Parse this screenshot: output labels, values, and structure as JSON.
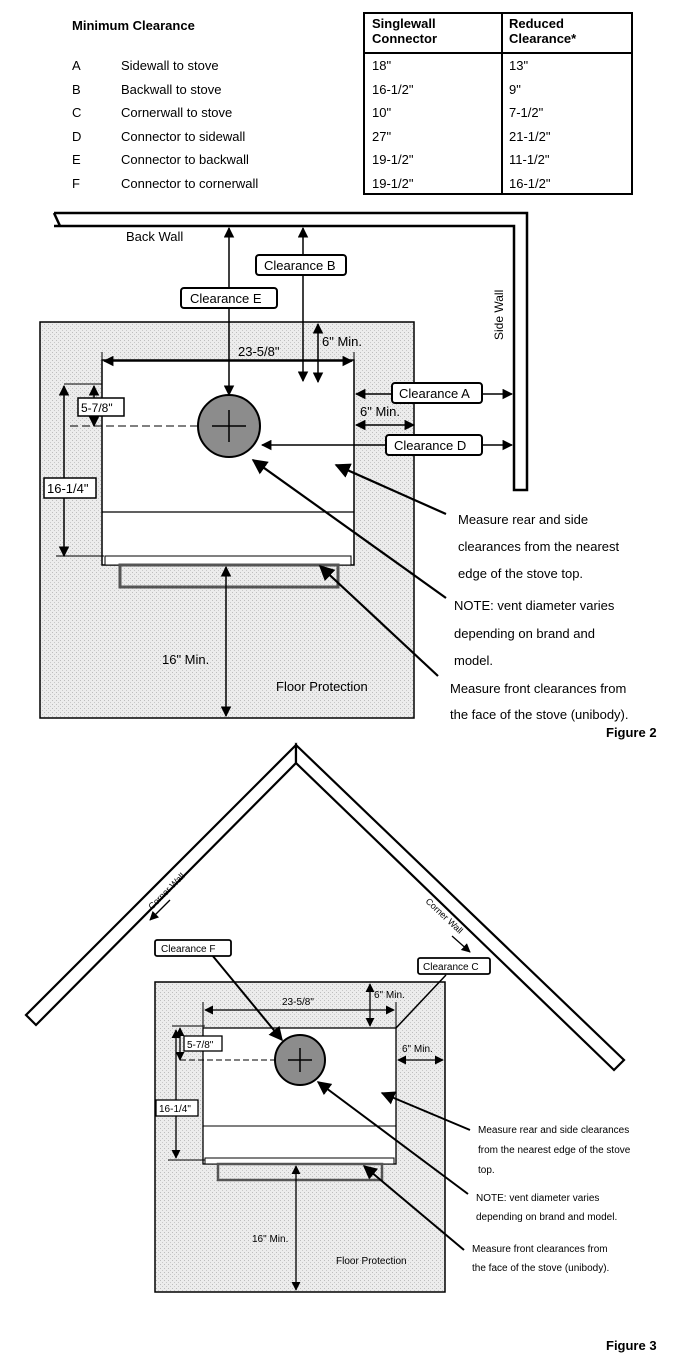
{
  "table": {
    "header": {
      "title": "Minimum Clearance",
      "col1_line1": "Singlewall",
      "col1_line2": "Connector",
      "col2_line1": "Reduced",
      "col2_line2": "Clearance*"
    },
    "rows": [
      {
        "key": "A",
        "desc": "Sidewall to stove",
        "single": "18\"",
        "reduced": "13\""
      },
      {
        "key": "B",
        "desc": "Backwall to stove",
        "single": "16-1/2\"",
        "reduced": "9\""
      },
      {
        "key": "C",
        "desc": "Cornerwall to stove",
        "single": "10\"",
        "reduced": "7-1/2\""
      },
      {
        "key": "D",
        "desc": "Connector to sidewall",
        "single": "27\"",
        "reduced": "21-1/2\""
      },
      {
        "key": "E",
        "desc": "Connector to backwall",
        "single": "19-1/2\"",
        "reduced": "11-1/2\""
      },
      {
        "key": "F",
        "desc": "Connector to cornerwall",
        "single": "19-1/2\"",
        "reduced": "16-1/2\""
      }
    ]
  },
  "figure2": {
    "back_wall": "Back Wall",
    "side_wall": "Side Wall",
    "clearance_b": "Clearance B",
    "clearance_e": "Clearance E",
    "clearance_a": "Clearance A",
    "clearance_d": "Clearance D",
    "width_dim": "23-5/8\"",
    "six_min_top": "6\" Min.",
    "six_min_side": "6\" Min.",
    "vent_offset": "5-7/8\"",
    "depth_dim": "16-1/4\"",
    "front_min": "16\" Min.",
    "floor": "Floor Protection",
    "note1": [
      "Measure rear and side",
      "clearances from the nearest",
      "edge of the stove top."
    ],
    "note2": [
      "NOTE: vent diameter varies",
      "depending on brand and",
      "model."
    ],
    "note3": [
      "Measure front clearances from",
      "the face of the stove (unibody)."
    ],
    "caption": "Figure 2"
  },
  "figure3": {
    "corner_wall_left": "Corner Wall",
    "corner_wall_right": "Corner Wall",
    "clearance_f": "Clearance F",
    "clearance_c": "Clearance C",
    "width_dim": "23-5/8\"",
    "six_min_top": "6\" Min.",
    "six_min_side": "6\" Min.",
    "vent_offset": "5-7/8\"",
    "depth_dim": "16-1/4\"",
    "front_min": "16\" Min.",
    "floor": "Floor Protection",
    "note1": [
      "Measure rear and side clearances",
      "from the nearest edge of the stove",
      "top."
    ],
    "note2": [
      "NOTE: vent diameter varies",
      "depending on brand and model."
    ],
    "note3": [
      "Measure front clearances from",
      "the face of the stove (unibody)."
    ],
    "caption": "Figure 3"
  },
  "colors": {
    "floor_fill": "#e6e6e6",
    "vent_fill": "#8c8c8c"
  }
}
